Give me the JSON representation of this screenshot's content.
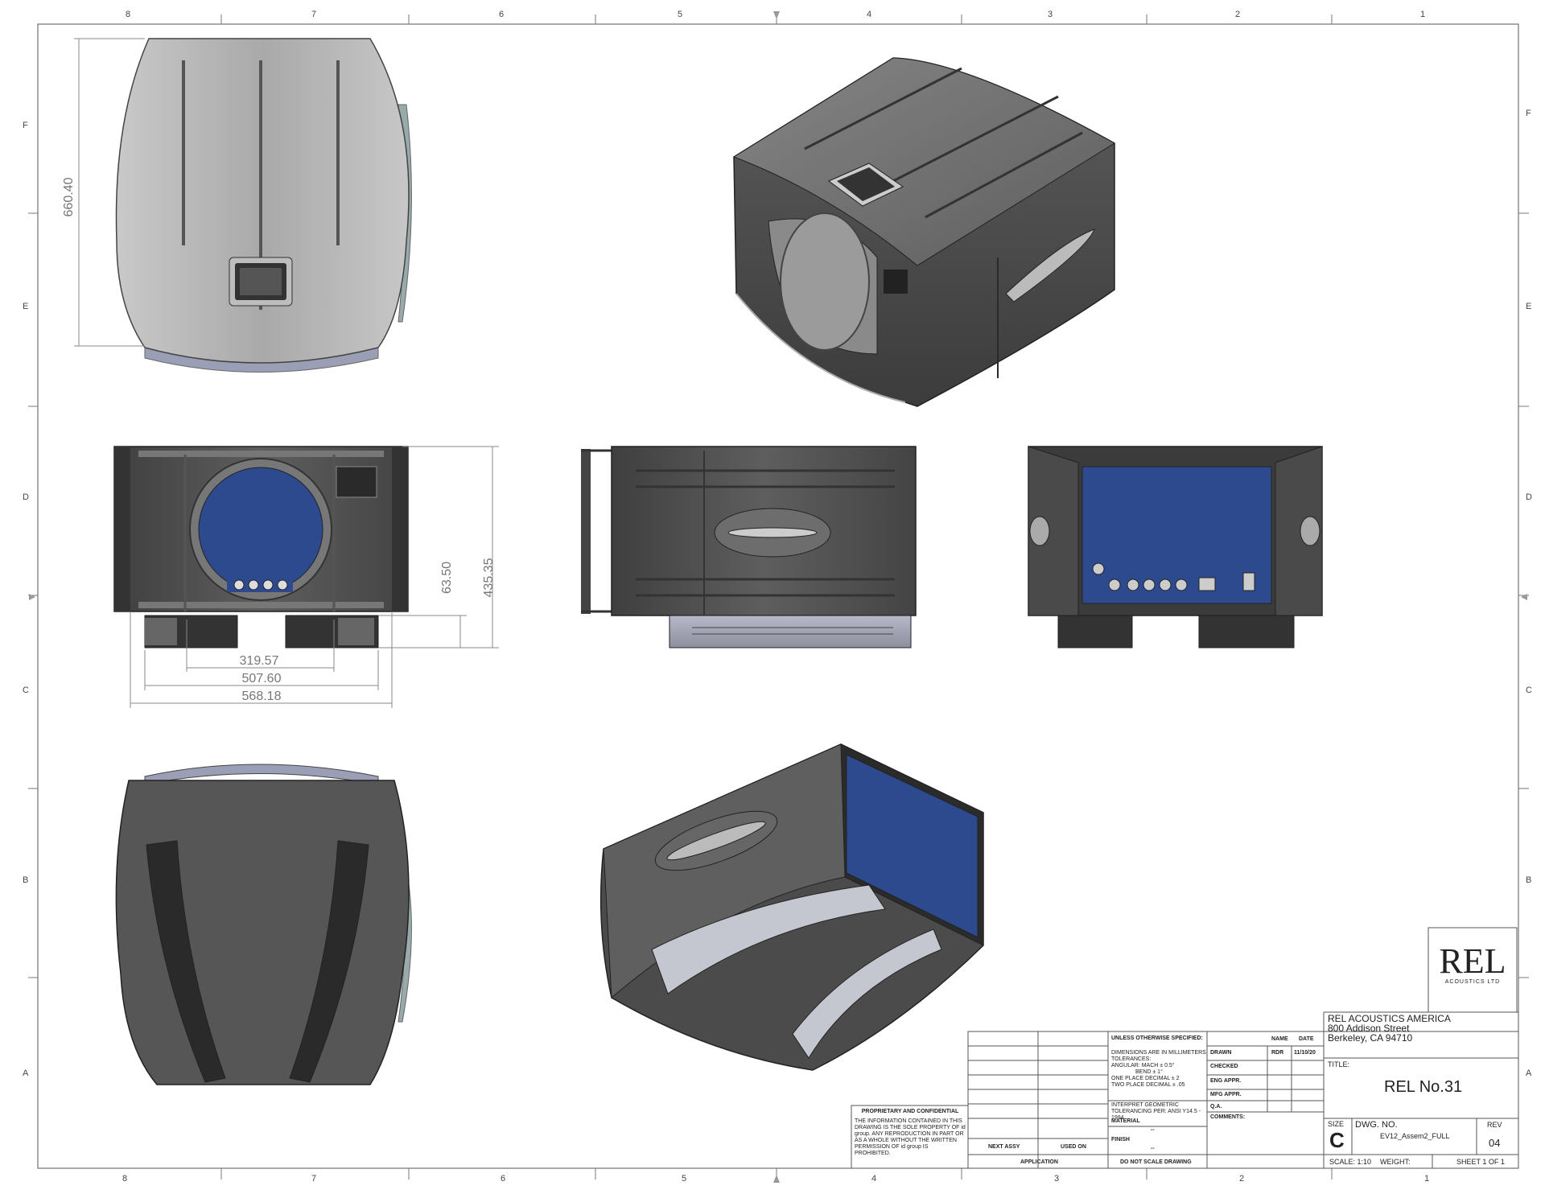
{
  "drawing": {
    "zones_top": [
      "8",
      "7",
      "6",
      "5",
      "4",
      "3",
      "2",
      "1"
    ],
    "zones_bottom": [
      "8",
      "7",
      "6",
      "5",
      "4",
      "3",
      "2",
      "1"
    ],
    "rows_left": [
      "F",
      "E",
      "D",
      "C",
      "B",
      "A"
    ],
    "rows_right": [
      "F",
      "E",
      "D",
      "C",
      "B",
      "A"
    ],
    "dimensions": {
      "top_height": "660.40",
      "front_height_total": "435.35",
      "front_height_feet": "63.50",
      "width_inner": "319.57",
      "width_mid": "507.60",
      "width_outer": "568.18"
    }
  },
  "logo": {
    "brand": "REL",
    "tagline": "ACOUSTICS LTD"
  },
  "proprietary": {
    "heading": "PROPRIETARY AND CONFIDENTIAL",
    "body": "THE INFORMATION CONTAINED IN THIS DRAWING IS THE SOLE PROPERTY OF id group. ANY REPRODUCTION IN PART OR AS A WHOLE WITHOUT THE WRITTEN PERMISSION OF id group IS PROHIBITED."
  },
  "title_block": {
    "next_assy": "NEXT ASSY",
    "used_on": "USED ON",
    "application": "APPLICATION",
    "unless": "UNLESS OTHERWISE SPECIFIED:",
    "dims_note": "DIMENSIONS ARE IN MILLIMETERS TOLERANCES:",
    "angular": "ANGULAR: MACH ± 0.5°",
    "bend": "BEND ± 1°",
    "one_place": "ONE PLACE DECIMAL ± 2",
    "two_place": "TWO PLACE DECIMAL   ± .05",
    "interpret": "INTERPRET GEOMETRIC TOLERANCING PER: ANSI Y14.5 - 1994",
    "material": "MATERIAL",
    "material_val": "--",
    "finish": "FINISH",
    "finish_val": "--",
    "no_scale": "DO NOT SCALE DRAWING",
    "col_name": "NAME",
    "col_date": "DATE",
    "drawn": "DRAWN",
    "drawn_name": "RDR",
    "drawn_date": "11/10/20",
    "checked": "CHECKED",
    "eng_appr": "ENG APPR.",
    "mfg_appr": "MFG APPR.",
    "qa": "Q.A.",
    "comments": "COMMENTS:",
    "company_1": "REL ACOUSTICS AMERICA",
    "company_2": "800 Addison Street",
    "company_3": "Berkeley, CA 94710",
    "title_label": "TITLE:",
    "title": "REL No.31",
    "size_label": "SIZE",
    "size": "C",
    "dwg_label": "DWG.  NO.",
    "dwg_no": "EV12_Assem2_FULL",
    "rev_label": "REV",
    "rev": "04",
    "scale": "SCALE: 1:10",
    "weight": "WEIGHT:",
    "sheet": "SHEET 1 OF 1"
  }
}
